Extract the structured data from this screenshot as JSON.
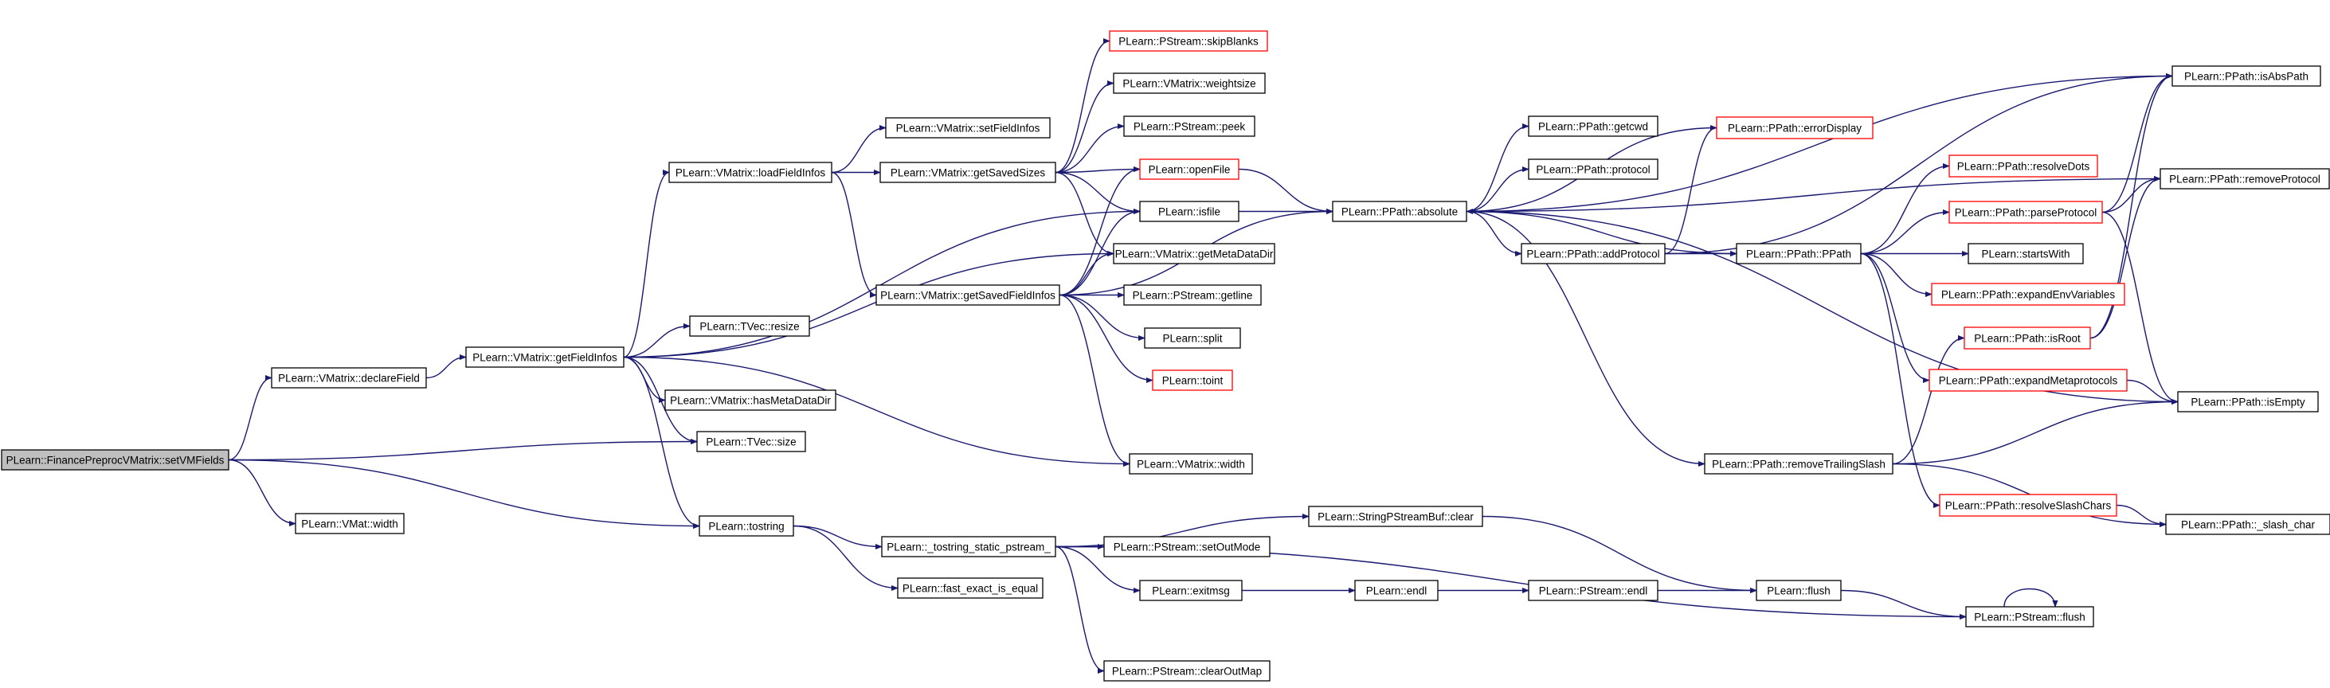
{
  "colors": {
    "edge": "#191970",
    "box_border_default": "#000000",
    "box_border_undocumented": "#ff0000",
    "box_fill_root": "#bfbfbf",
    "box_fill_default": "#ffffff"
  },
  "nodes": [
    {
      "id": "setVMFields",
      "label": "PLearn::FinancePreprocVMatrix::setVMFields",
      "style": "root"
    },
    {
      "id": "declareField",
      "label": "PLearn::VMatrix::declareField",
      "style": "normal"
    },
    {
      "id": "vmatWidth",
      "label": "PLearn::VMat::width",
      "style": "normal"
    },
    {
      "id": "getFieldInfos",
      "label": "PLearn::VMatrix::getFieldInfos",
      "style": "normal"
    },
    {
      "id": "loadFieldInfos",
      "label": "PLearn::VMatrix::loadFieldInfos",
      "style": "normal"
    },
    {
      "id": "tvecResize",
      "label": "PLearn::TVec::resize",
      "style": "normal"
    },
    {
      "id": "hasMetaDataDir",
      "label": "PLearn::VMatrix::hasMetaDataDir",
      "style": "normal"
    },
    {
      "id": "tvecSize",
      "label": "PLearn::TVec::size",
      "style": "normal"
    },
    {
      "id": "tostring",
      "label": "PLearn::tostring",
      "style": "normal"
    },
    {
      "id": "setFieldInfos",
      "label": "PLearn::VMatrix::setFieldInfos",
      "style": "normal"
    },
    {
      "id": "getSavedSizes",
      "label": "PLearn::VMatrix::getSavedSizes",
      "style": "normal"
    },
    {
      "id": "getSavedFieldInfos",
      "label": "PLearn::VMatrix::getSavedFieldInfos",
      "style": "normal"
    },
    {
      "id": "tostringStatic",
      "label": "PLearn::_tostring_static_pstream_",
      "style": "normal"
    },
    {
      "id": "fastExact",
      "label": "PLearn::fast_exact_is_equal",
      "style": "normal"
    },
    {
      "id": "skipBlanks",
      "label": "PLearn::PStream::skipBlanks",
      "style": "undocumented"
    },
    {
      "id": "weightsize",
      "label": "PLearn::VMatrix::weightsize",
      "style": "normal"
    },
    {
      "id": "peek",
      "label": "PLearn::PStream::peek",
      "style": "normal"
    },
    {
      "id": "openFile",
      "label": "PLearn::openFile",
      "style": "undocumented"
    },
    {
      "id": "isfile",
      "label": "PLearn::isfile",
      "style": "normal"
    },
    {
      "id": "getMetaDataDir",
      "label": "PLearn::VMatrix::getMetaDataDir",
      "style": "normal"
    },
    {
      "id": "getline",
      "label": "PLearn::PStream::getline",
      "style": "normal"
    },
    {
      "id": "split",
      "label": "PLearn::split",
      "style": "normal"
    },
    {
      "id": "toint",
      "label": "PLearn::toint",
      "style": "undocumented"
    },
    {
      "id": "vmatrixWidth",
      "label": "PLearn::VMatrix::width",
      "style": "normal"
    },
    {
      "id": "sbufClear",
      "label": "PLearn::StringPStreamBuf::clear",
      "style": "normal"
    },
    {
      "id": "setOutMode",
      "label": "PLearn::PStream::setOutMode",
      "style": "normal"
    },
    {
      "id": "exitmsg",
      "label": "PLearn::exitmsg",
      "style": "normal"
    },
    {
      "id": "clearOutMap",
      "label": "PLearn::PStream::clearOutMap",
      "style": "normal"
    },
    {
      "id": "absolute",
      "label": "PLearn::PPath::absolute",
      "style": "normal"
    },
    {
      "id": "endl",
      "label": "PLearn::endl",
      "style": "normal"
    },
    {
      "id": "getcwd",
      "label": "PLearn::PPath::getcwd",
      "style": "normal"
    },
    {
      "id": "protocol",
      "label": "PLearn::PPath::protocol",
      "style": "normal"
    },
    {
      "id": "addProtocol",
      "label": "PLearn::PPath::addProtocol",
      "style": "normal"
    },
    {
      "id": "pstreamEndl",
      "label": "PLearn::PStream::endl",
      "style": "normal"
    },
    {
      "id": "errorDisplay",
      "label": "PLearn::PPath::errorDisplay",
      "style": "undocumented"
    },
    {
      "id": "ppathCtor",
      "label": "PLearn::PPath::PPath",
      "style": "normal"
    },
    {
      "id": "removeTrailingSlash",
      "label": "PLearn::PPath::removeTrailingSlash",
      "style": "normal"
    },
    {
      "id": "flush",
      "label": "PLearn::flush",
      "style": "normal"
    },
    {
      "id": "resolveDots",
      "label": "PLearn::PPath::resolveDots",
      "style": "undocumented"
    },
    {
      "id": "parseProtocol",
      "label": "PLearn::PPath::parseProtocol",
      "style": "undocumented"
    },
    {
      "id": "startsWith",
      "label": "PLearn::startsWith",
      "style": "normal"
    },
    {
      "id": "expandEnvVariables",
      "label": "PLearn::PPath::expandEnvVariables",
      "style": "undocumented"
    },
    {
      "id": "isRoot",
      "label": "PLearn::PPath::isRoot",
      "style": "undocumented"
    },
    {
      "id": "expandMetaprotocols",
      "label": "PLearn::PPath::expandMetaprotocols",
      "style": "undocumented"
    },
    {
      "id": "resolveSlashChars",
      "label": "PLearn::PPath::resolveSlashChars",
      "style": "undocumented"
    },
    {
      "id": "pstreamFlush",
      "label": "PLearn::PStream::flush",
      "style": "normal"
    },
    {
      "id": "isAbsPath",
      "label": "PLearn::PPath::isAbsPath",
      "style": "normal"
    },
    {
      "id": "removeProtocol",
      "label": "PLearn::PPath::removeProtocol",
      "style": "normal"
    },
    {
      "id": "isEmpty",
      "label": "PLearn::PPath::isEmpty",
      "style": "normal"
    },
    {
      "id": "slashChar",
      "label": "PLearn::PPath::_slash_char",
      "style": "normal"
    }
  ],
  "edges": [
    [
      "setVMFields",
      "declareField"
    ],
    [
      "setVMFields",
      "tvecSize"
    ],
    [
      "setVMFields",
      "vmatWidth"
    ],
    [
      "setVMFields",
      "tostring"
    ],
    [
      "declareField",
      "getFieldInfos"
    ],
    [
      "getFieldInfos",
      "loadFieldInfos"
    ],
    [
      "getFieldInfos",
      "isfile"
    ],
    [
      "getFieldInfos",
      "getMetaDataDir"
    ],
    [
      "getFieldInfos",
      "tvecResize"
    ],
    [
      "getFieldInfos",
      "hasMetaDataDir"
    ],
    [
      "getFieldInfos",
      "tvecSize"
    ],
    [
      "getFieldInfos",
      "vmatrixWidth"
    ],
    [
      "getFieldInfos",
      "tostring"
    ],
    [
      "loadFieldInfos",
      "setFieldInfos"
    ],
    [
      "loadFieldInfos",
      "getSavedSizes"
    ],
    [
      "loadFieldInfos",
      "getSavedFieldInfos"
    ],
    [
      "getSavedSizes",
      "skipBlanks"
    ],
    [
      "getSavedSizes",
      "weightsize"
    ],
    [
      "getSavedSizes",
      "peek"
    ],
    [
      "getSavedSizes",
      "openFile"
    ],
    [
      "getSavedSizes",
      "isfile"
    ],
    [
      "getSavedSizes",
      "getMetaDataDir"
    ],
    [
      "getSavedFieldInfos",
      "openFile"
    ],
    [
      "getSavedFieldInfos",
      "isfile"
    ],
    [
      "getSavedFieldInfos",
      "getMetaDataDir"
    ],
    [
      "getSavedFieldInfos",
      "getline"
    ],
    [
      "getSavedFieldInfos",
      "split"
    ],
    [
      "getSavedFieldInfos",
      "toint"
    ],
    [
      "getSavedFieldInfos",
      "vmatrixWidth"
    ],
    [
      "getSavedFieldInfos",
      "absolute"
    ],
    [
      "tostring",
      "tostringStatic"
    ],
    [
      "tostring",
      "fastExact"
    ],
    [
      "tostringStatic",
      "sbufClear"
    ],
    [
      "tostringStatic",
      "setOutMode"
    ],
    [
      "tostringStatic",
      "exitmsg"
    ],
    [
      "tostringStatic",
      "clearOutMap"
    ],
    [
      "tostringStatic",
      "pstreamFlush"
    ],
    [
      "openFile",
      "absolute"
    ],
    [
      "isfile",
      "absolute"
    ],
    [
      "absolute",
      "getcwd"
    ],
    [
      "absolute",
      "protocol"
    ],
    [
      "absolute",
      "addProtocol"
    ],
    [
      "absolute",
      "ppathCtor"
    ],
    [
      "absolute",
      "isAbsPath"
    ],
    [
      "absolute",
      "removeProtocol"
    ],
    [
      "absolute",
      "isEmpty"
    ],
    [
      "absolute",
      "removeTrailingSlash"
    ],
    [
      "addProtocol",
      "errorDisplay"
    ],
    [
      "addProtocol",
      "ppathCtor"
    ],
    [
      "addProtocol",
      "isAbsPath"
    ],
    [
      "errorDisplay",
      "absolute"
    ],
    [
      "ppathCtor",
      "resolveDots"
    ],
    [
      "ppathCtor",
      "parseProtocol"
    ],
    [
      "ppathCtor",
      "startsWith"
    ],
    [
      "ppathCtor",
      "expandEnvVariables"
    ],
    [
      "ppathCtor",
      "expandMetaprotocols"
    ],
    [
      "ppathCtor",
      "resolveSlashChars"
    ],
    [
      "parseProtocol",
      "isAbsPath"
    ],
    [
      "parseProtocol",
      "removeProtocol"
    ],
    [
      "parseProtocol",
      "isEmpty"
    ],
    [
      "isRoot",
      "isAbsPath"
    ],
    [
      "isRoot",
      "removeProtocol"
    ],
    [
      "expandMetaprotocols",
      "isEmpty"
    ],
    [
      "removeTrailingSlash",
      "isRoot"
    ],
    [
      "removeTrailingSlash",
      "isEmpty"
    ],
    [
      "removeTrailingSlash",
      "slashChar"
    ],
    [
      "resolveSlashChars",
      "slashChar"
    ],
    [
      "exitmsg",
      "endl"
    ],
    [
      "endl",
      "pstreamEndl"
    ],
    [
      "pstreamEndl",
      "flush"
    ],
    [
      "sbufClear",
      "flush"
    ],
    [
      "flush",
      "pstreamFlush"
    ],
    [
      "pstreamFlush",
      "pstreamFlush"
    ]
  ]
}
